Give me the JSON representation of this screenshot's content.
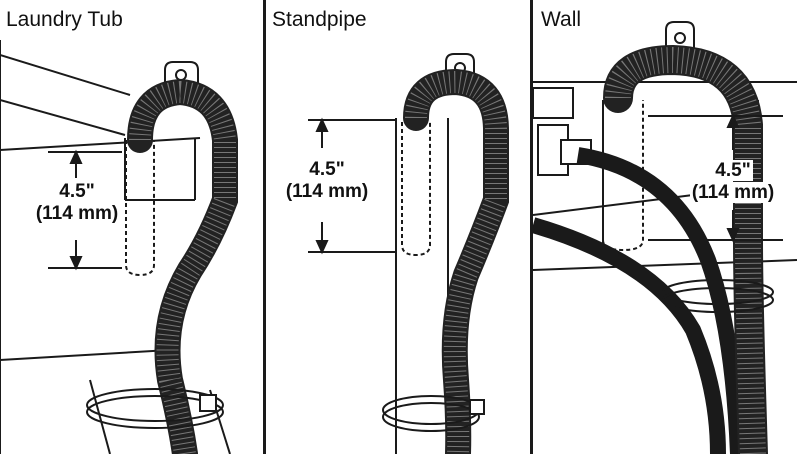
{
  "panels": [
    {
      "title": "Laundry Tub",
      "height_in": "4.5\"",
      "height_mm": "(114 mm)"
    },
    {
      "title": "Standpipe",
      "height_in": "4.5\"",
      "height_mm": "(114 mm)"
    },
    {
      "title": "Wall",
      "height_in": "4.5\"",
      "height_mm": "(114 mm)"
    }
  ],
  "colors": {
    "line": "#1a1a1a",
    "hose": "#222222",
    "background": "#ffffff"
  }
}
